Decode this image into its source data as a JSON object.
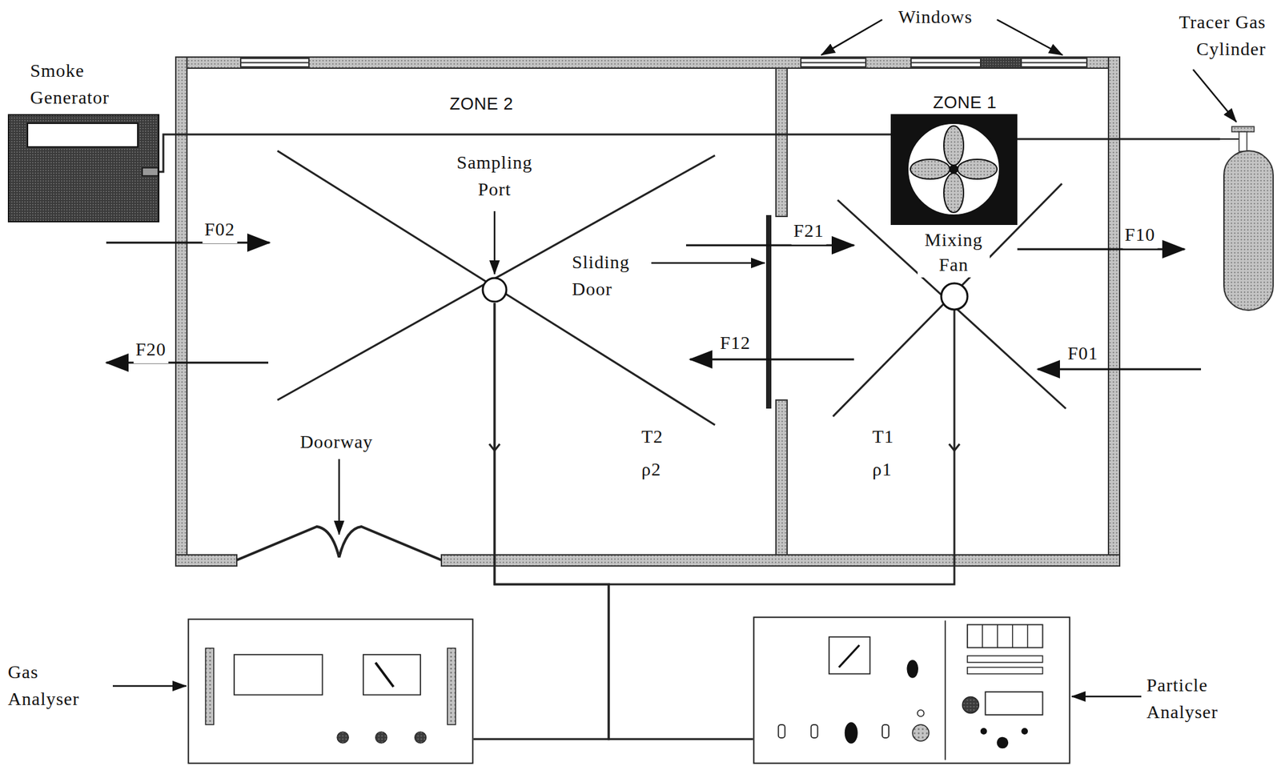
{
  "diagram": {
    "nodes": [
      {
        "text": [
          "Smoke Generator"
        ]
      },
      {
        "text": [
          "ZONE 2"
        ]
      },
      {
        "text": [
          "Sampling Port"
        ],
        "in": 1
      },
      {
        "text": [
          "ZONE 1"
        ]
      },
      {
        "text": [
          "Mixing Fan"
        ],
        "in": 3
      },
      {
        "text": [
          "Tracer Gas Cylinder"
        ]
      },
      {
        "text": [
          "Gas Analyser"
        ]
      },
      {
        "text": [
          "Particle Analyser"
        ]
      }
    ],
    "edges": [
      {
        "from": 0,
        "to": 4,
        "arrow": "none"
      },
      {
        "from": 5,
        "to": 4,
        "arrow": "none"
      },
      {
        "from": 2,
        "to": 6,
        "arrow": "none"
      },
      {
        "from": 2,
        "to": 7,
        "arrow": "none"
      }
    ],
    "labels": [
      "Windows",
      "F02",
      "F20",
      "F21",
      "F12",
      "F10",
      "F01",
      "Sliding Door",
      "T2",
      "ρ2",
      "T1",
      "ρ1",
      "Doorway"
    ]
  }
}
